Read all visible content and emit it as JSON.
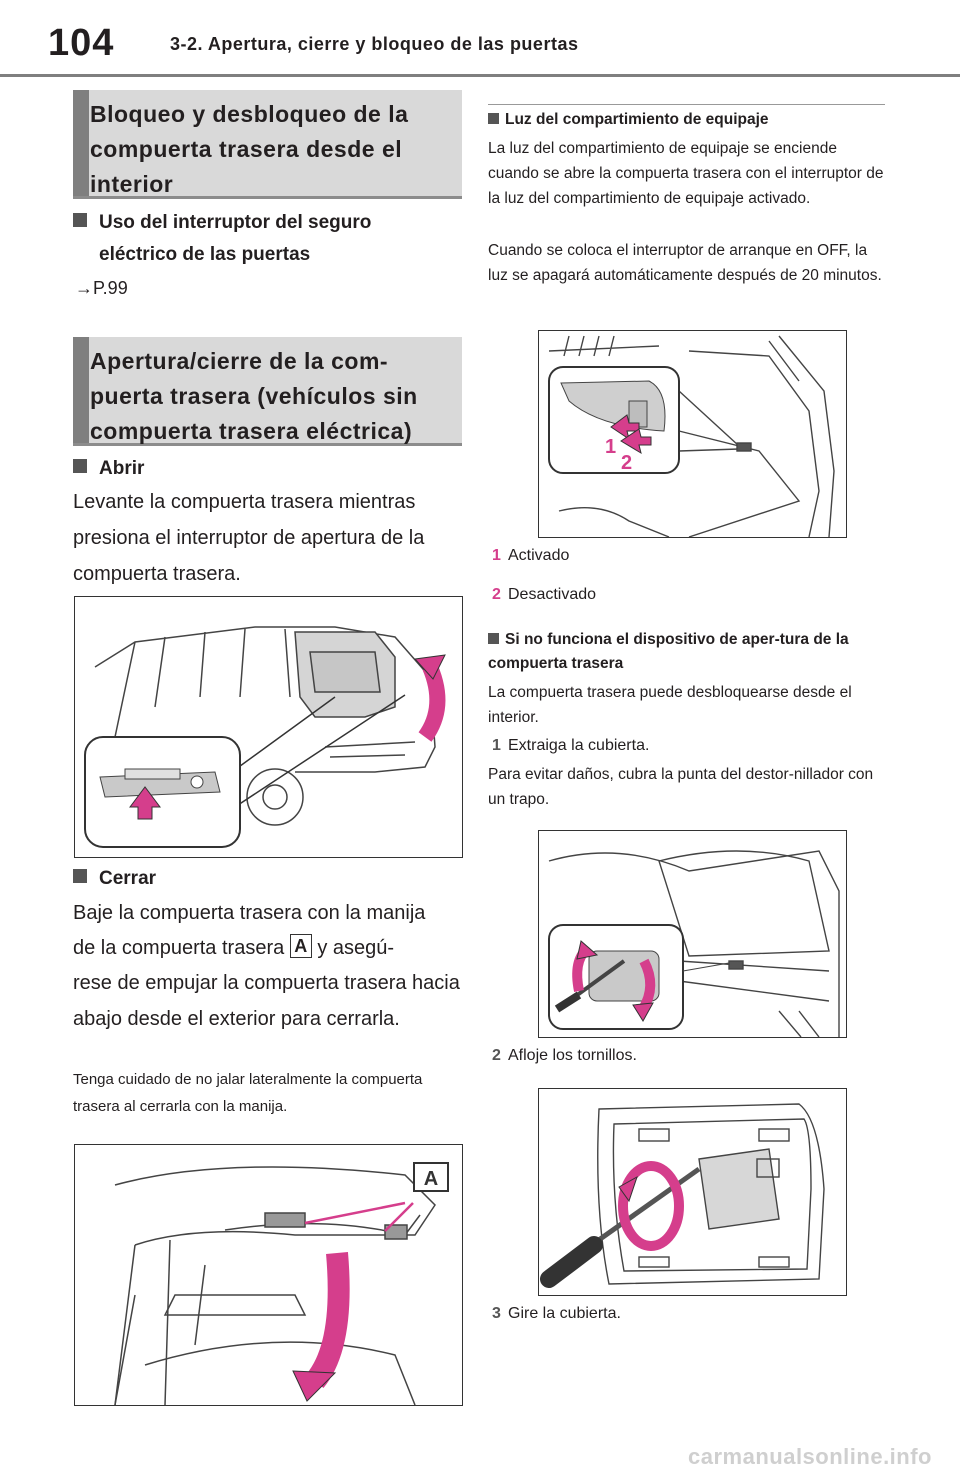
{
  "header": {
    "page_number": "104",
    "chapter_title": "3-2. Apertura, cierre y bloqueo de las puertas"
  },
  "left": {
    "section1_title": "Bloqueo y desbloqueo de la compuerta trasera desde el interior",
    "sub1_line1": "Uso del interruptor del seguro",
    "sub1_line2": "eléctrico de las puertas",
    "ref": "→P.99",
    "section2_title": "Apertura/cierre de la com-puerta trasera (vehículos sin compuerta trasera eléctrica)",
    "sub_open": "Abrir",
    "open_text": "Levante la compuerta trasera mientras presiona el interruptor de apertura de la compuerta trasera.",
    "sub_close": "Cerrar",
    "close_text_a": "Baje la compuerta trasera con la manija",
    "close_text_b": "de la compuerta trasera",
    "close_label": "A",
    "close_text_c": "y asegú-",
    "close_text_d": "rese de empujar la compuerta trasera hacia abajo desde el exterior para cerrarla.",
    "note": "Tenga cuidado de no jalar lateralmente la compuerta trasera al cerrarla con la manija.",
    "fig2_label": "A"
  },
  "right": {
    "sub_light": "Luz del compartimiento de equipaje",
    "light_p1": "La luz del compartimiento de equipaje se enciende cuando se abre la compuerta trasera con el interruptor de la luz del compartimiento de equipaje activado.",
    "light_p2": "Cuando se coloca el interruptor de arranque en OFF, la luz se apagará automáticamente después de 20 minutos.",
    "fig_labels": [
      "1",
      "2"
    ],
    "legend": [
      {
        "num": "1",
        "text": "Activado"
      },
      {
        "num": "2",
        "text": "Desactivado"
      }
    ],
    "sub_fail": "Si no funciona el dispositivo de aper-tura de la compuerta trasera",
    "fail_p": "La compuerta trasera puede desbloquearse desde el interior.",
    "step1": {
      "num": "1",
      "text": "Extraiga la cubierta."
    },
    "step1_note": "Para evitar daños, cubra la punta del destor-nillador con un trapo.",
    "step2": {
      "num": "2",
      "text": "Afloje los tornillos."
    },
    "step3": {
      "num": "3",
      "text": "Gire la cubierta."
    }
  },
  "footer": {
    "watermark": "carmanualsonline.info"
  },
  "colors": {
    "accent_pink": "#d53e8c",
    "section_bg": "#d9d9d9",
    "section_bar": "#7f7f7f"
  }
}
